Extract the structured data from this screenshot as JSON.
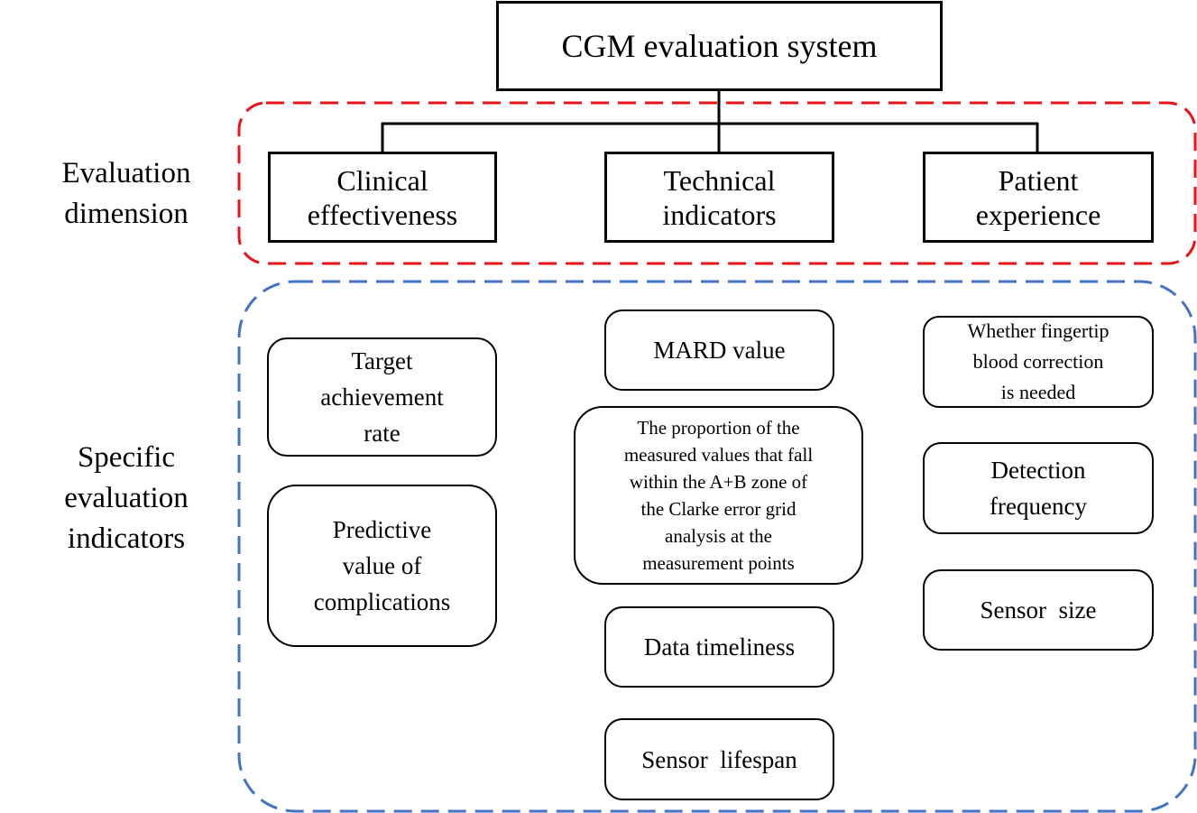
{
  "root": {
    "label": "CGM evaluation system"
  },
  "dimension_label": {
    "lines": [
      "Evaluation",
      "dimension"
    ]
  },
  "indicators_label": {
    "lines": [
      "Specific",
      "evaluation",
      "indicators"
    ]
  },
  "dimensions": [
    {
      "lines": [
        "Clinical",
        "effectiveness"
      ]
    },
    {
      "lines": [
        "Technical",
        "indicators"
      ]
    },
    {
      "lines": [
        "Patient",
        "experience"
      ]
    }
  ],
  "clinical_indicators": [
    {
      "lines": [
        "Target",
        "achievement",
        "rate"
      ]
    },
    {
      "lines": [
        "Predictive",
        "value of",
        "complications"
      ]
    }
  ],
  "technical_indicators": [
    {
      "lines": [
        "MARD value"
      ]
    },
    {
      "lines": [
        "The proportion of the",
        "measured values that fall",
        "within the A+B zone of",
        "the Clarke error grid",
        "analysis at the",
        "measurement points"
      ]
    },
    {
      "lines": [
        "Data timeliness"
      ]
    },
    {
      "lines": [
        "Sensor  lifespan"
      ]
    }
  ],
  "patient_indicators": [
    {
      "lines": [
        "Whether fingertip",
        "blood correction",
        "is needed"
      ]
    },
    {
      "lines": [
        "Detection",
        "frequency"
      ]
    },
    {
      "lines": [
        "Sensor  size"
      ]
    }
  ],
  "colors": {
    "dimension_group": "#e8141b",
    "indicator_group": "#4472c4",
    "box_border": "#000000"
  }
}
